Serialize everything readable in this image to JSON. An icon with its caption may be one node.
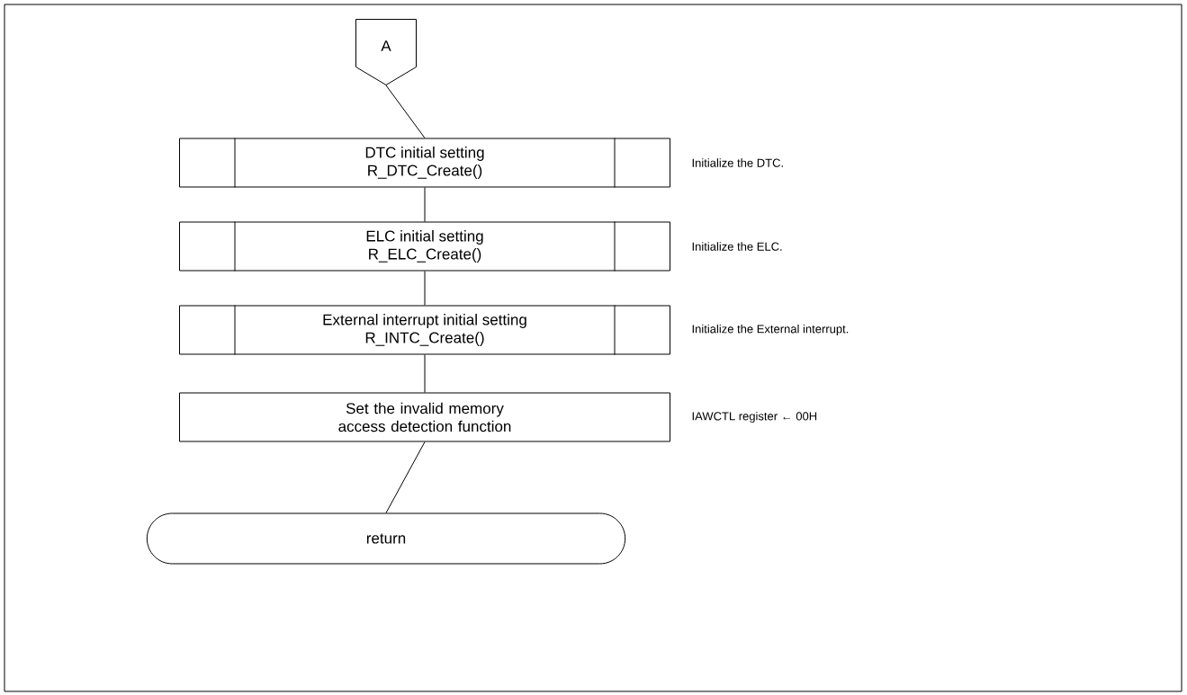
{
  "diagram": {
    "nodes": [
      {
        "text": [
          "A"
        ]
      },
      {
        "text": [
          "DTC initial setting",
          "R_DTC_Create()"
        ],
        "beside": [
          "Initialize the DTC."
        ]
      },
      {
        "text": [
          "ELC initial setting",
          "R_ELC_Create()"
        ],
        "beside": [
          "Initialize the ELC."
        ]
      },
      {
        "text": [
          "External interrupt initial setting",
          "R_INTC_Create()"
        ],
        "beside": [
          "Initialize the External interrupt."
        ]
      },
      {
        "text": [
          "Set the invalid memory access detection function"
        ],
        "beside": [
          "IAWCTL register ← 00H"
        ]
      },
      {
        "text": [
          "return"
        ]
      }
    ],
    "edges": [
      {
        "from": 0,
        "to": 1,
        "arrow": "none"
      },
      {
        "from": 1,
        "to": 2,
        "arrow": "none"
      },
      {
        "from": 2,
        "to": 3,
        "arrow": "none"
      },
      {
        "from": 3,
        "to": 4,
        "arrow": "none"
      },
      {
        "from": 4,
        "to": 5,
        "arrow": "none"
      }
    ]
  }
}
